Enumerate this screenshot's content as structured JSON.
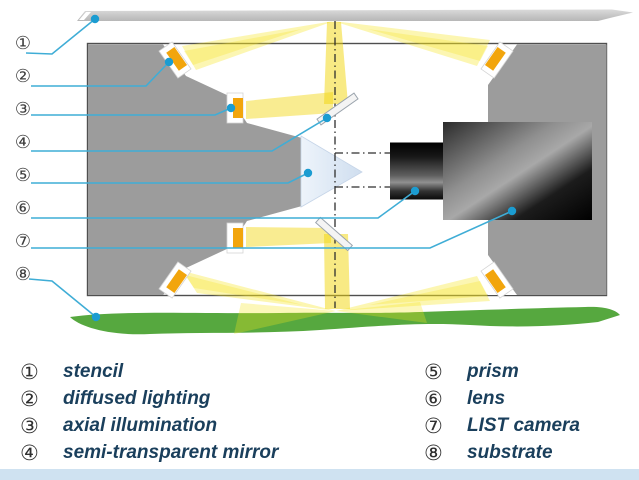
{
  "figure": {
    "type": "optical inspection schematic",
    "callouts": [
      "①",
      "②",
      "③",
      "④",
      "⑤",
      "⑥",
      "⑦",
      "⑧"
    ]
  },
  "legend": {
    "left": [
      {
        "num": "①",
        "label": "stencil"
      },
      {
        "num": "②",
        "label": "diffused lighting"
      },
      {
        "num": "③",
        "label": "axial illumination"
      },
      {
        "num": "④",
        "label": "semi-transparent mirror"
      }
    ],
    "right": [
      {
        "num": "⑤",
        "label": "prism"
      },
      {
        "num": "⑥",
        "label": "lens"
      },
      {
        "num": "⑦",
        "label": "LIST camera"
      },
      {
        "num": "⑧",
        "label": "substrate"
      }
    ]
  },
  "colors": {
    "legend_text": "#1a3f5c",
    "callout_line": "#3fadd6",
    "callout_dot": "#1b9cd1",
    "beam_yellow": "#f6e41c",
    "beam_saturated": "#f2d50a",
    "light_orange": "#f2a50c",
    "housing_gray": "#9c9c9c",
    "substrate_green": "#56a83f",
    "footer_blue": "#cfe2f1",
    "stencil_gray": "#c3c3c3"
  }
}
